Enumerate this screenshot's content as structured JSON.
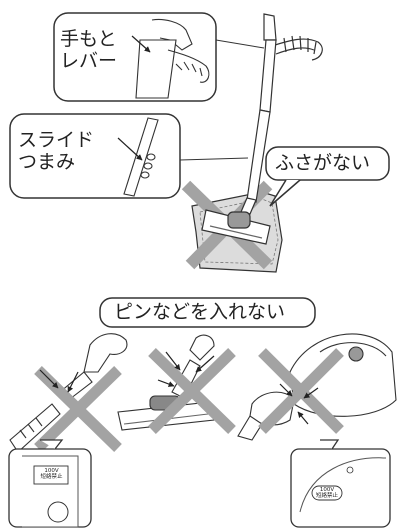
{
  "labels": {
    "hand_lever_line1": "手もと",
    "hand_lever_line2": "レバー",
    "slide_knob_line1": "スライド",
    "slide_knob_line2": "つまみ",
    "do_not_cover": "ふさがない",
    "no_pins": "ピンなどを入れない"
  },
  "plates": {
    "left": {
      "voltage": "100V",
      "note": "短絡禁止"
    },
    "right": {
      "voltage": "100V",
      "note": "短絡禁止"
    }
  },
  "colors": {
    "line": "#333333",
    "cross": "#a0a0a0",
    "cloth": "#d9d9d9"
  }
}
